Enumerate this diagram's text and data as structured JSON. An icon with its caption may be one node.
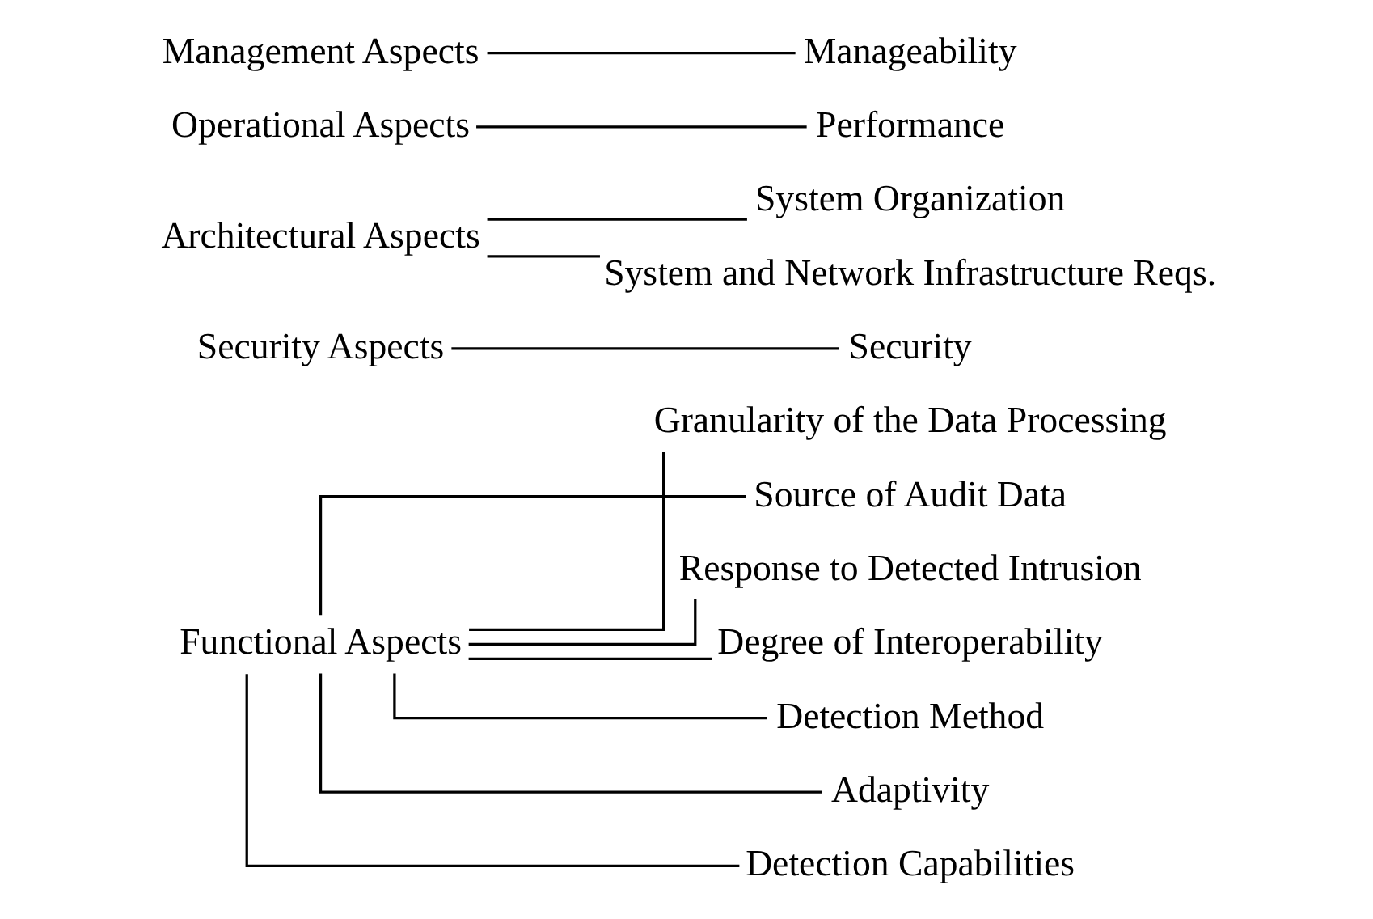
{
  "diagram": {
    "nodes": [
      {
        "text": [
          "Functional Aspects"
        ]
      },
      {
        "text": [
          "Granularity of the Data Processing"
        ]
      },
      {
        "text": [
          "Source of Audit Data"
        ]
      },
      {
        "text": [
          "Response to Detected Intrusion"
        ]
      },
      {
        "text": [
          "Degree of Interoperability"
        ]
      },
      {
        "text": [
          "Detection Method"
        ]
      },
      {
        "text": [
          "Adaptivity"
        ]
      },
      {
        "text": [
          "Detection Capabilities"
        ]
      },
      {
        "text": [
          "Security Aspects"
        ]
      },
      {
        "text": [
          "Security"
        ]
      },
      {
        "text": [
          "Architectural Aspects"
        ]
      },
      {
        "text": [
          "System Organization"
        ]
      },
      {
        "text": [
          "System and Network Infrastructure Reqs."
        ]
      },
      {
        "text": [
          "Operational Aspects"
        ]
      },
      {
        "text": [
          "Performance"
        ]
      },
      {
        "text": [
          "Management Aspects"
        ]
      },
      {
        "text": [
          "Manageability"
        ]
      }
    ],
    "edges": [
      {
        "from": 0,
        "to": 1,
        "arrow": "none"
      },
      {
        "from": 0,
        "to": 2,
        "arrow": "none"
      },
      {
        "from": 0,
        "to": 3,
        "arrow": "none"
      },
      {
        "from": 0,
        "to": 4,
        "arrow": "none"
      },
      {
        "from": 0,
        "to": 5,
        "arrow": "none"
      },
      {
        "from": 0,
        "to": 6,
        "arrow": "none"
      },
      {
        "from": 0,
        "to": 7,
        "arrow": "none"
      },
      {
        "from": 8,
        "to": 9,
        "arrow": "none"
      },
      {
        "from": 10,
        "to": 11,
        "arrow": "none"
      },
      {
        "from": 10,
        "to": 12,
        "arrow": "none"
      },
      {
        "from": 13,
        "to": 14,
        "arrow": "none"
      },
      {
        "from": 15,
        "to": 16,
        "arrow": "none"
      }
    ]
  }
}
